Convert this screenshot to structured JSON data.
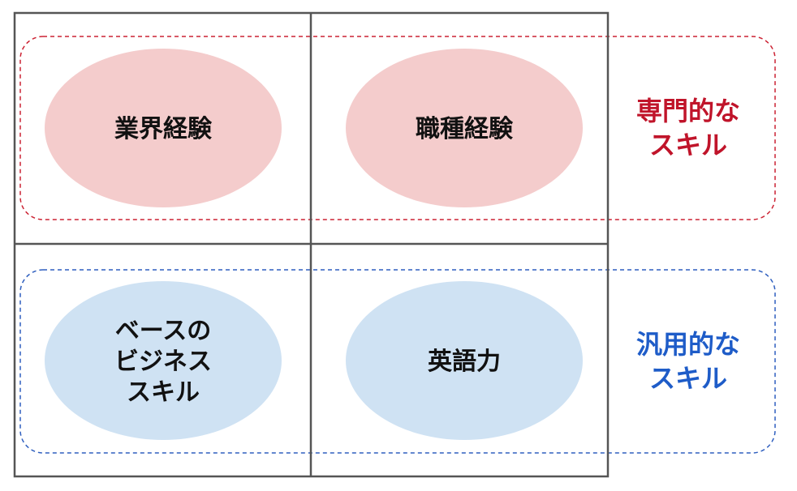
{
  "diagram": {
    "colors": {
      "grid_line": "#555555",
      "specialized_border": "#cc2233",
      "specialized_fill": "#f4cccc",
      "specialized_text": "#c0142a",
      "general_border": "#2f5fbf",
      "general_fill": "#cfe2f3",
      "general_text": "#1e5cc8",
      "cell_text": "#111111"
    },
    "groups": {
      "specialized": {
        "label_lines": [
          "専門的な",
          "スキル"
        ]
      },
      "general": {
        "label_lines": [
          "汎用的な",
          "スキル"
        ]
      }
    },
    "cells": {
      "industry": {
        "lines": [
          "業界経験"
        ]
      },
      "occupation": {
        "lines": [
          "職種経験"
        ]
      },
      "business": {
        "lines": [
          "ベースの",
          "ビジネス",
          "スキル"
        ]
      },
      "english": {
        "lines": [
          "英語力"
        ]
      }
    }
  }
}
